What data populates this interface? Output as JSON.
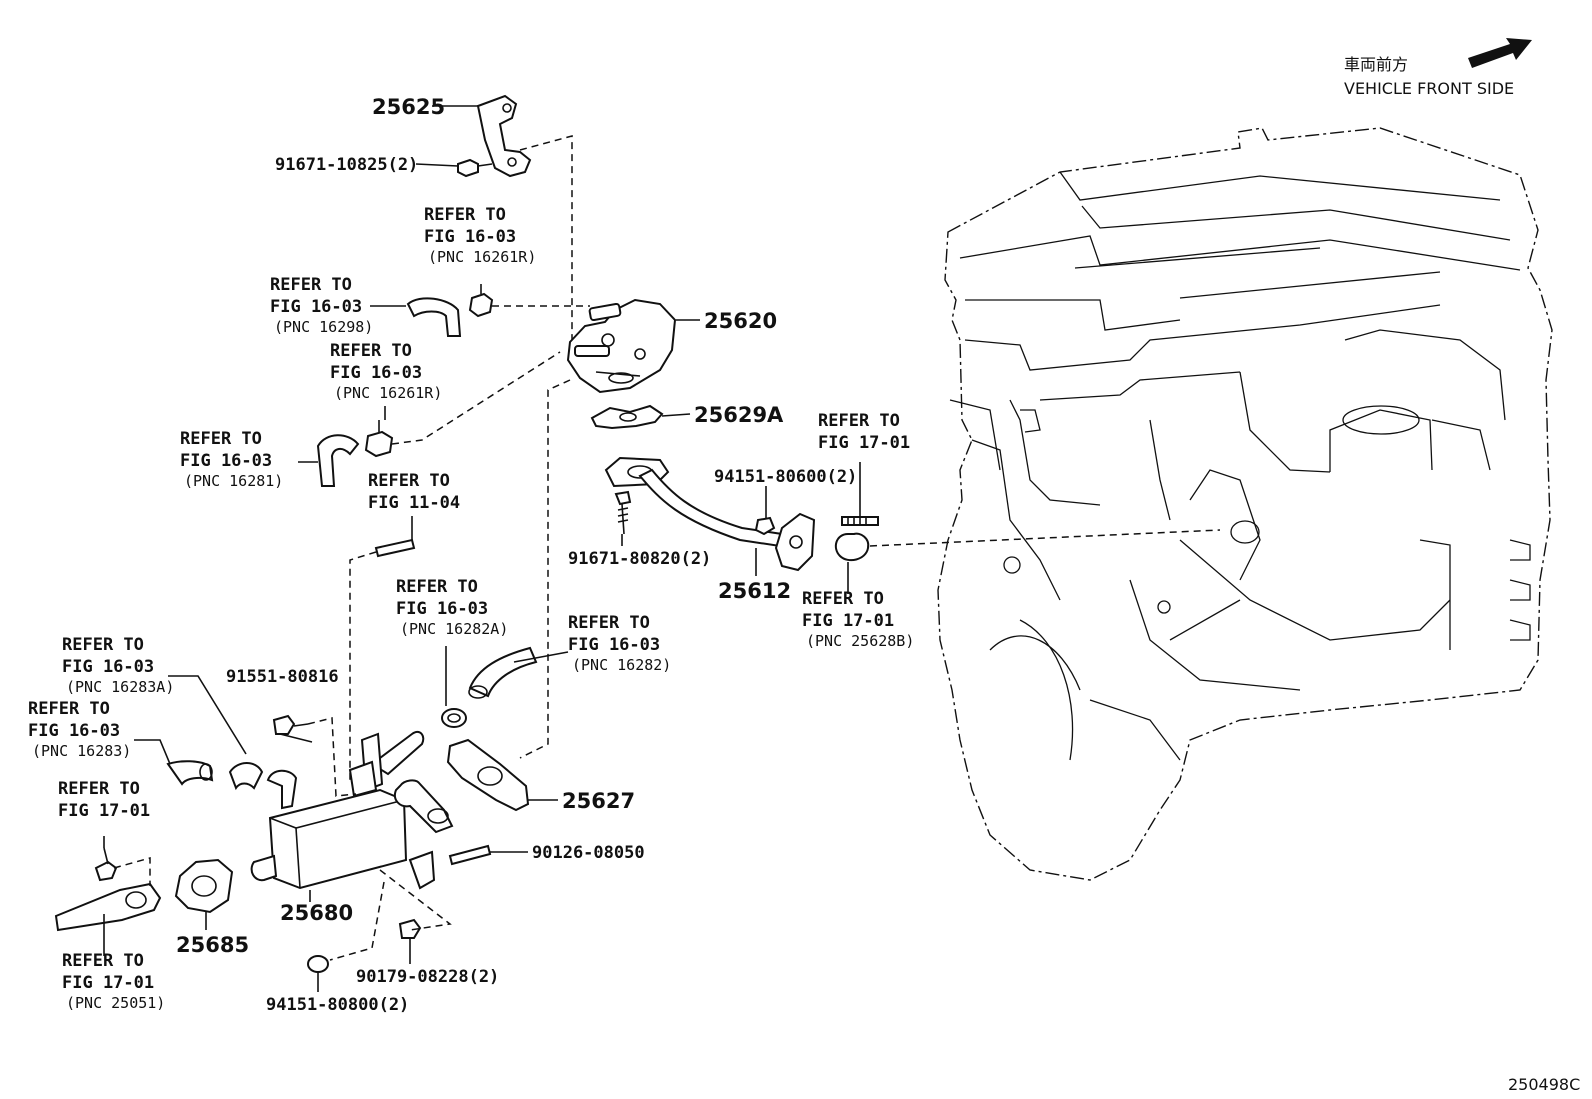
{
  "header": {
    "jp_label": "車両前方",
    "en_label": "VEHICLE FRONT SIDE"
  },
  "diagram_id": "250498C",
  "parts": {
    "p25625": "25625",
    "p91671_10825": "91671-10825(2)",
    "p25620": "25620",
    "p25629A": "25629A",
    "p94151_80600": "94151-80600(2)",
    "p91671_80820": "91671-80820(2)",
    "p25612": "25612",
    "p91551_80816": "91551-80816",
    "p25627": "25627",
    "p90126_08050": "90126-08050",
    "p25680": "25680",
    "p25685": "25685",
    "p90179_08228": "90179-08228(2)",
    "p94151_80800": "94151-80800(2)"
  },
  "refs": [
    {
      "l1": "REFER TO",
      "l2": "FIG 16-03",
      "l3": "(PNC 16261R)"
    },
    {
      "l1": "REFER TO",
      "l2": "FIG 16-03",
      "l3": "(PNC 16298)"
    },
    {
      "l1": "REFER TO",
      "l2": "FIG 16-03",
      "l3": "(PNC 16261R)"
    },
    {
      "l1": "REFER TO",
      "l2": "FIG 16-03",
      "l3": "(PNC 16281)"
    },
    {
      "l1": "REFER TO",
      "l2": "FIG 11-04",
      "l3": ""
    },
    {
      "l1": "REFER TO",
      "l2": "FIG 17-01",
      "l3": ""
    },
    {
      "l1": "REFER TO",
      "l2": "FIG 17-01",
      "l3": "(PNC 25628B)"
    },
    {
      "l1": "REFER TO",
      "l2": "FIG 16-03",
      "l3": "(PNC 16282A)"
    },
    {
      "l1": "REFER TO",
      "l2": "FIG 16-03",
      "l3": "(PNC 16282)"
    },
    {
      "l1": "REFER TO",
      "l2": "FIG 16-03",
      "l3": "(PNC 16283A)"
    },
    {
      "l1": "REFER TO",
      "l2": "FIG 16-03",
      "l3": "(PNC 16283)"
    },
    {
      "l1": "REFER TO",
      "l2": "FIG 17-01",
      "l3": ""
    },
    {
      "l1": "REFER TO",
      "l2": "FIG 17-01",
      "l3": "(PNC 25051)"
    }
  ]
}
